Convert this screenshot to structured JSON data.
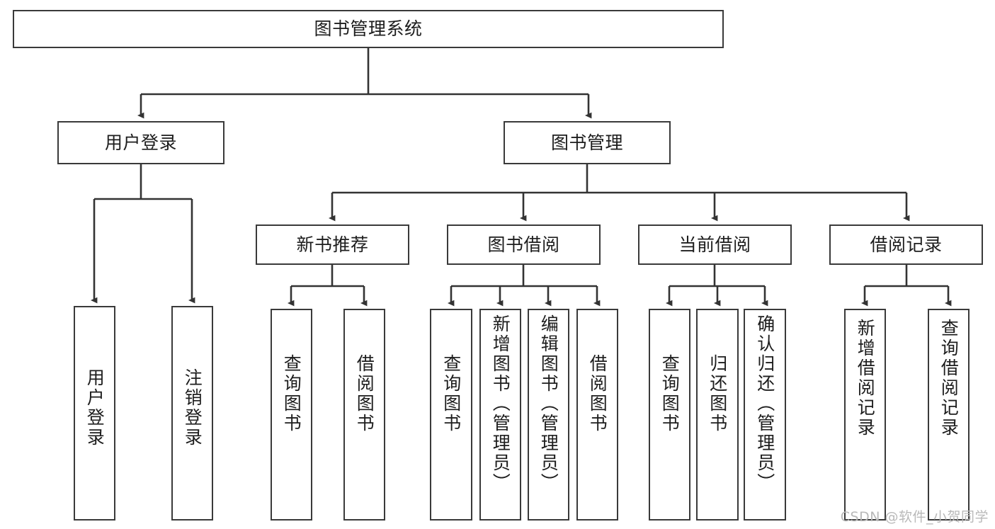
{
  "diagram": {
    "type": "tree-hierarchy",
    "title": "图书管理系统",
    "orientation": "top-down",
    "colors": {
      "node_border": "#3a3a3a",
      "node_fill": "#ffffff",
      "edge": "#333333",
      "text": "#1d1d1d",
      "watermark": "#b9b9b9",
      "background": "#ffffff"
    },
    "levels": {
      "root": {
        "label": "图书管理系统"
      },
      "level2": [
        {
          "label": "用户登录"
        },
        {
          "label": "图书管理"
        }
      ],
      "level3": [
        {
          "label": "新书推荐"
        },
        {
          "label": "图书借阅"
        },
        {
          "label": "当前借阅"
        },
        {
          "label": "借阅记录"
        }
      ],
      "leaves": {
        "用户登录": [
          {
            "label": "用户登录"
          },
          {
            "label": "注销登录"
          }
        ],
        "新书推荐": [
          {
            "label": "查询图书"
          },
          {
            "label": "借阅图书"
          }
        ],
        "图书借阅": [
          {
            "label": "查询图书"
          },
          {
            "label": "新增图书（管理员）"
          },
          {
            "label": "编辑图书（管理员）"
          },
          {
            "label": "借阅图书"
          }
        ],
        "当前借阅": [
          {
            "label": "查询图书"
          },
          {
            "label": "归还图书"
          },
          {
            "label": "确认归还（管理员）"
          }
        ],
        "借阅记录": [
          {
            "label": "新增借阅记录"
          },
          {
            "label": "查询借阅记录"
          }
        ]
      }
    }
  },
  "watermark": {
    "text": "CSDN @软件_小贺同学"
  }
}
